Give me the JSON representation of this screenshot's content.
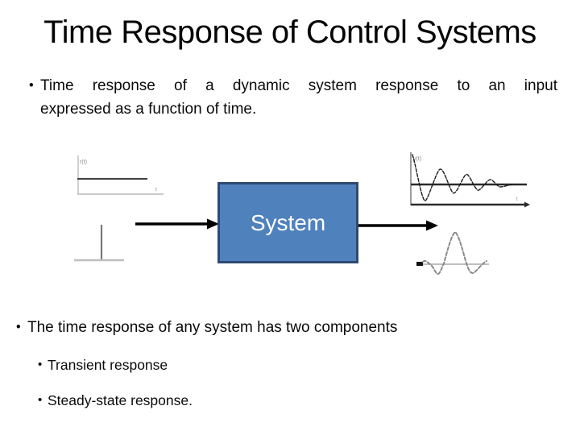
{
  "slide": {
    "title": "Time Response of Control Systems",
    "bullet_glyph": "•",
    "bullet1": {
      "line1": "Time response of a dynamic system response to an input",
      "line2": "expressed as a function of time."
    },
    "bullet2": "The time response of any system has two components",
    "sub_bullets": [
      "Transient response",
      "Steady-state response."
    ]
  },
  "diagram": {
    "system_label": "System",
    "box_fill": "#4f81bd",
    "box_border": "#2e4a72",
    "arrow_color": "#000000",
    "input_step": {
      "y_label": "r(t)",
      "x_label": "t"
    },
    "output_response": {
      "y_label": "y(t)",
      "x_label": "t"
    }
  }
}
